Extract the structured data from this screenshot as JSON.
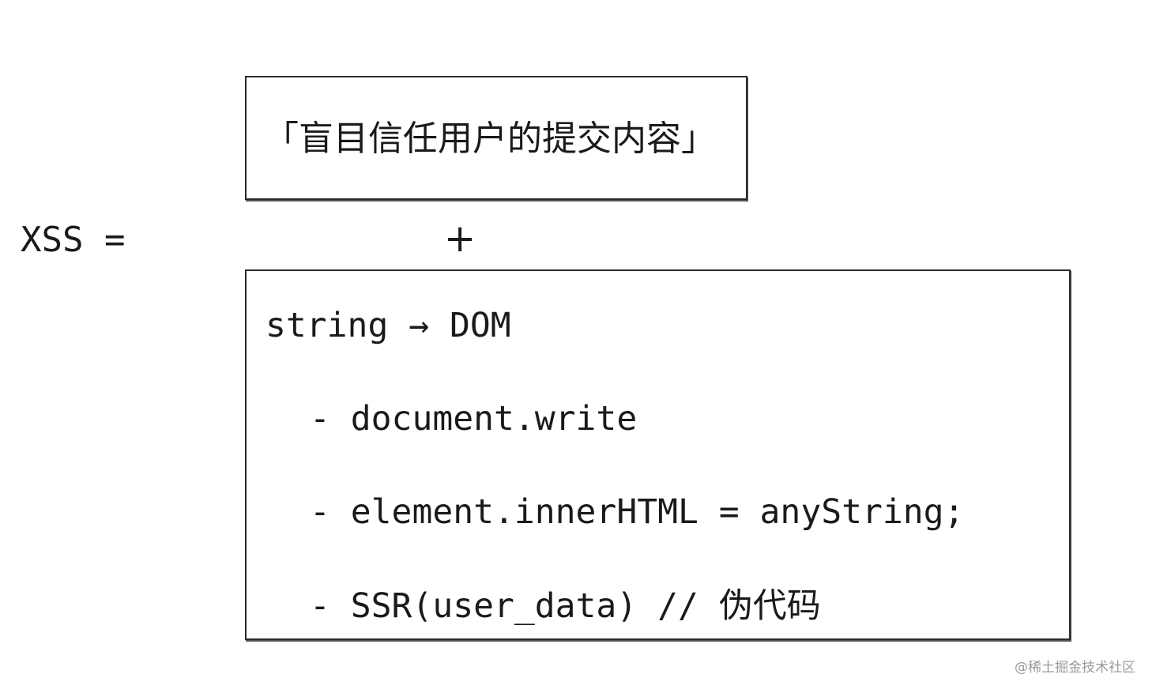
{
  "equation": {
    "lhs": "XSS =",
    "operator": "+"
  },
  "top_box": {
    "text": "「盲目信任用户的提交内容」"
  },
  "bottom_box": {
    "title": "string → DOM",
    "items": [
      "- document.write",
      "- element.innerHTML = anyString;",
      "- SSR(user_data) // 伪代码"
    ]
  },
  "watermark": "@稀土掘金技术社区"
}
